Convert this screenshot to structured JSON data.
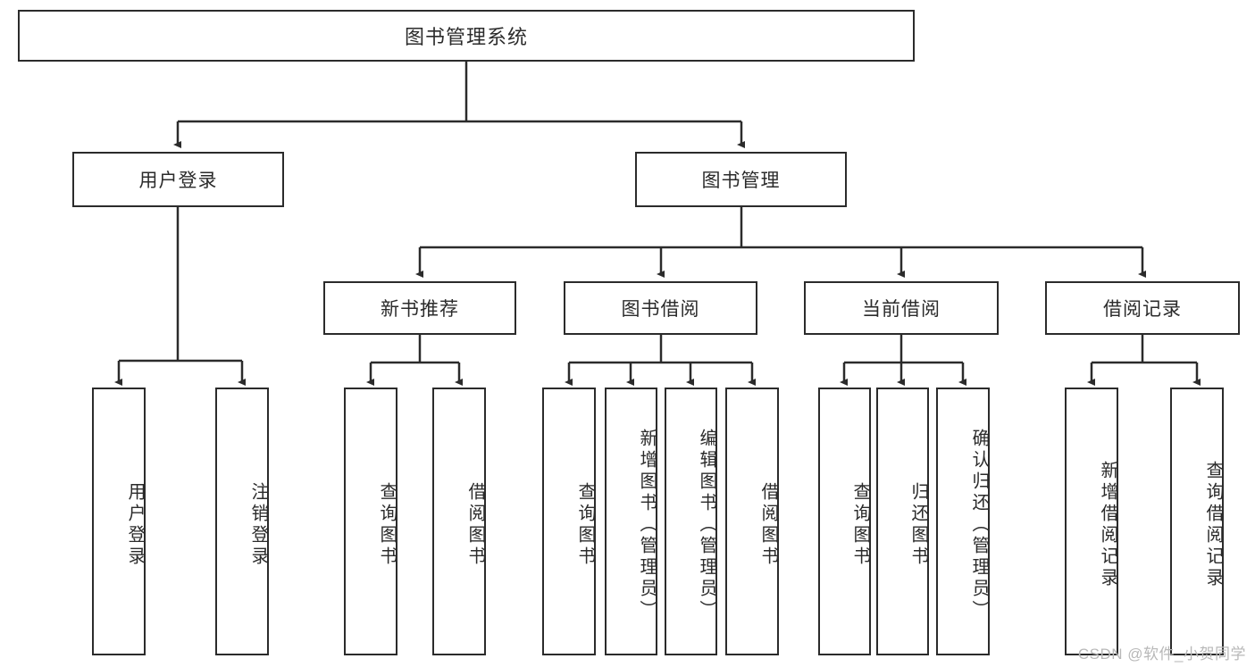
{
  "diagram": {
    "title": "图书管理系统",
    "watermark": "CSDN @软件_小贺同学",
    "line_color": "#2b2b2b",
    "box_border_color": "#2b2b2b",
    "box_fill_color": "#ffffff",
    "background": "#ffffff",
    "root": {
      "label": "图书管理系统"
    },
    "level2": [
      {
        "label": "用户登录"
      },
      {
        "label": "图书管理"
      }
    ],
    "level3": [
      {
        "label": "新书推荐"
      },
      {
        "label": "图书借阅"
      },
      {
        "label": "当前借阅"
      },
      {
        "label": "借阅记录"
      }
    ],
    "leaves": {
      "user_login": [
        {
          "label": "用户登录"
        },
        {
          "label": "注销登录"
        }
      ],
      "new_book": [
        {
          "label": "查询图书"
        },
        {
          "label": "借阅图书"
        }
      ],
      "book_borrow": [
        {
          "label": "查询图书"
        },
        {
          "label": "新增图书（管理员）"
        },
        {
          "label": "编辑图书（管理员）"
        },
        {
          "label": "借阅图书"
        }
      ],
      "current_borrow": [
        {
          "label": "查询图书"
        },
        {
          "label": "归还图书"
        },
        {
          "label": "确认归还（管理员）"
        }
      ],
      "borrow_record": [
        {
          "label": "新增借阅记录"
        },
        {
          "label": "查询借阅记录"
        }
      ]
    }
  }
}
